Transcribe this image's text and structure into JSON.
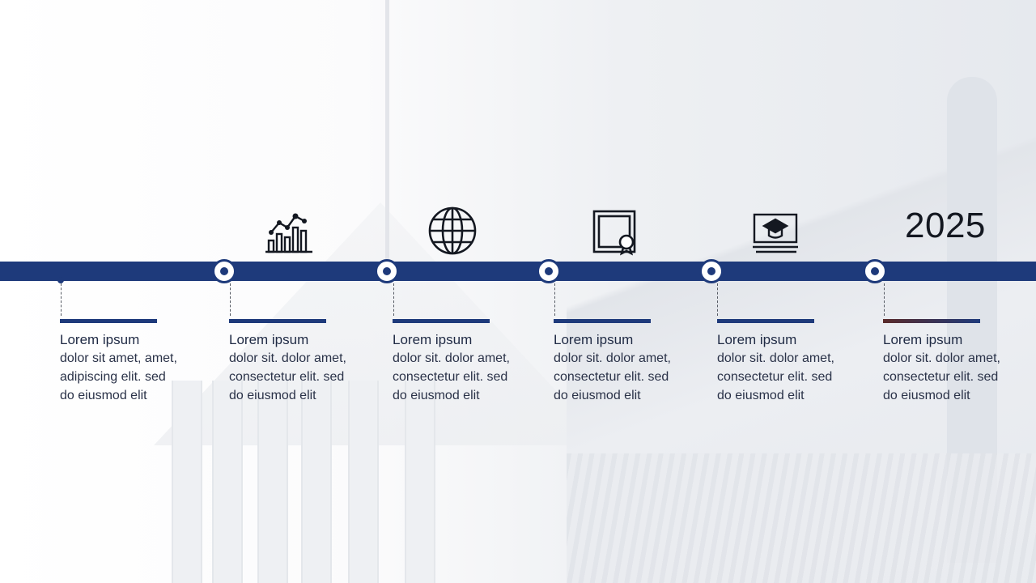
{
  "timeline": {
    "year_label": "2025",
    "accent_color": "#1e3a7b",
    "milestones": [
      {
        "icon": "none",
        "title": "Lorem ipsum",
        "lines": [
          "dolor sit amet, amet,",
          "adipiscing elit. sed",
          "do eiusmod elit"
        ]
      },
      {
        "icon": "bar-chart-icon",
        "title": "Lorem ipsum",
        "lines": [
          "dolor sit. dolor amet,",
          "consectetur elit. sed",
          "do eiusmod elit"
        ]
      },
      {
        "icon": "globe-icon",
        "title": "Lorem ipsum",
        "lines": [
          "dolor sit. dolor amet,",
          "consectetur elit. sed",
          "do eiusmod elit"
        ]
      },
      {
        "icon": "certificate-icon",
        "title": "Lorem ipsum",
        "lines": [
          "dolor sit. dolor amet,",
          "consectetur elit. sed",
          "do eiusmod elit"
        ]
      },
      {
        "icon": "graduation-cap-icon",
        "title": "Lorem ipsum",
        "lines": [
          "dolor sit. dolor amet,",
          "consectetur elit. sed",
          "do eiusmod elit"
        ]
      },
      {
        "icon": "none",
        "title": "Lorem ipsum",
        "lines": [
          "dolor sit. dolor amet,",
          "consectetur elit. sed",
          "do eiusmod elit"
        ]
      }
    ]
  }
}
